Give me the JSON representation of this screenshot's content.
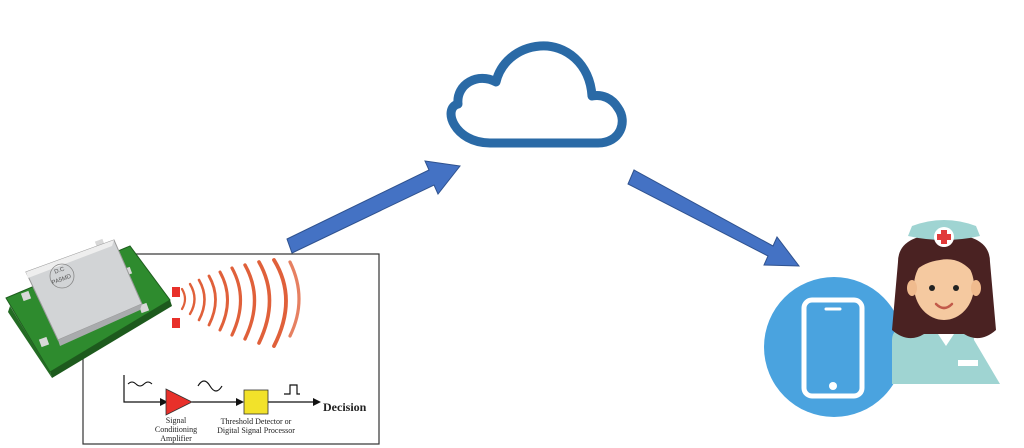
{
  "colors": {
    "cloud": "#2a6aa6",
    "arrow": "#4472c4",
    "arrow_edge": "#2f528f",
    "wave": "#e0603a",
    "phone_bg": "#4aa3df",
    "pcb": "#2e8b2e",
    "amplifier": "#e8302a",
    "processor": "#f2e22a"
  },
  "icons": {
    "cloud": "cloud-icon",
    "sensor": "radar-sensor-module",
    "phone": "smartphone-icon",
    "nurse": "nurse-avatar-icon"
  },
  "sensor": {
    "chip_label": "PA5MD",
    "chip_sublabel": "D.C"
  },
  "block_diagram": {
    "amplifier_label_1": "Signal",
    "amplifier_label_2": "Conditioning",
    "amplifier_label_3": "Amplifier",
    "processor_label_1": "Threshold Detector or",
    "processor_label_2": "Digital Signal Processor",
    "decision_label": "Decision"
  }
}
